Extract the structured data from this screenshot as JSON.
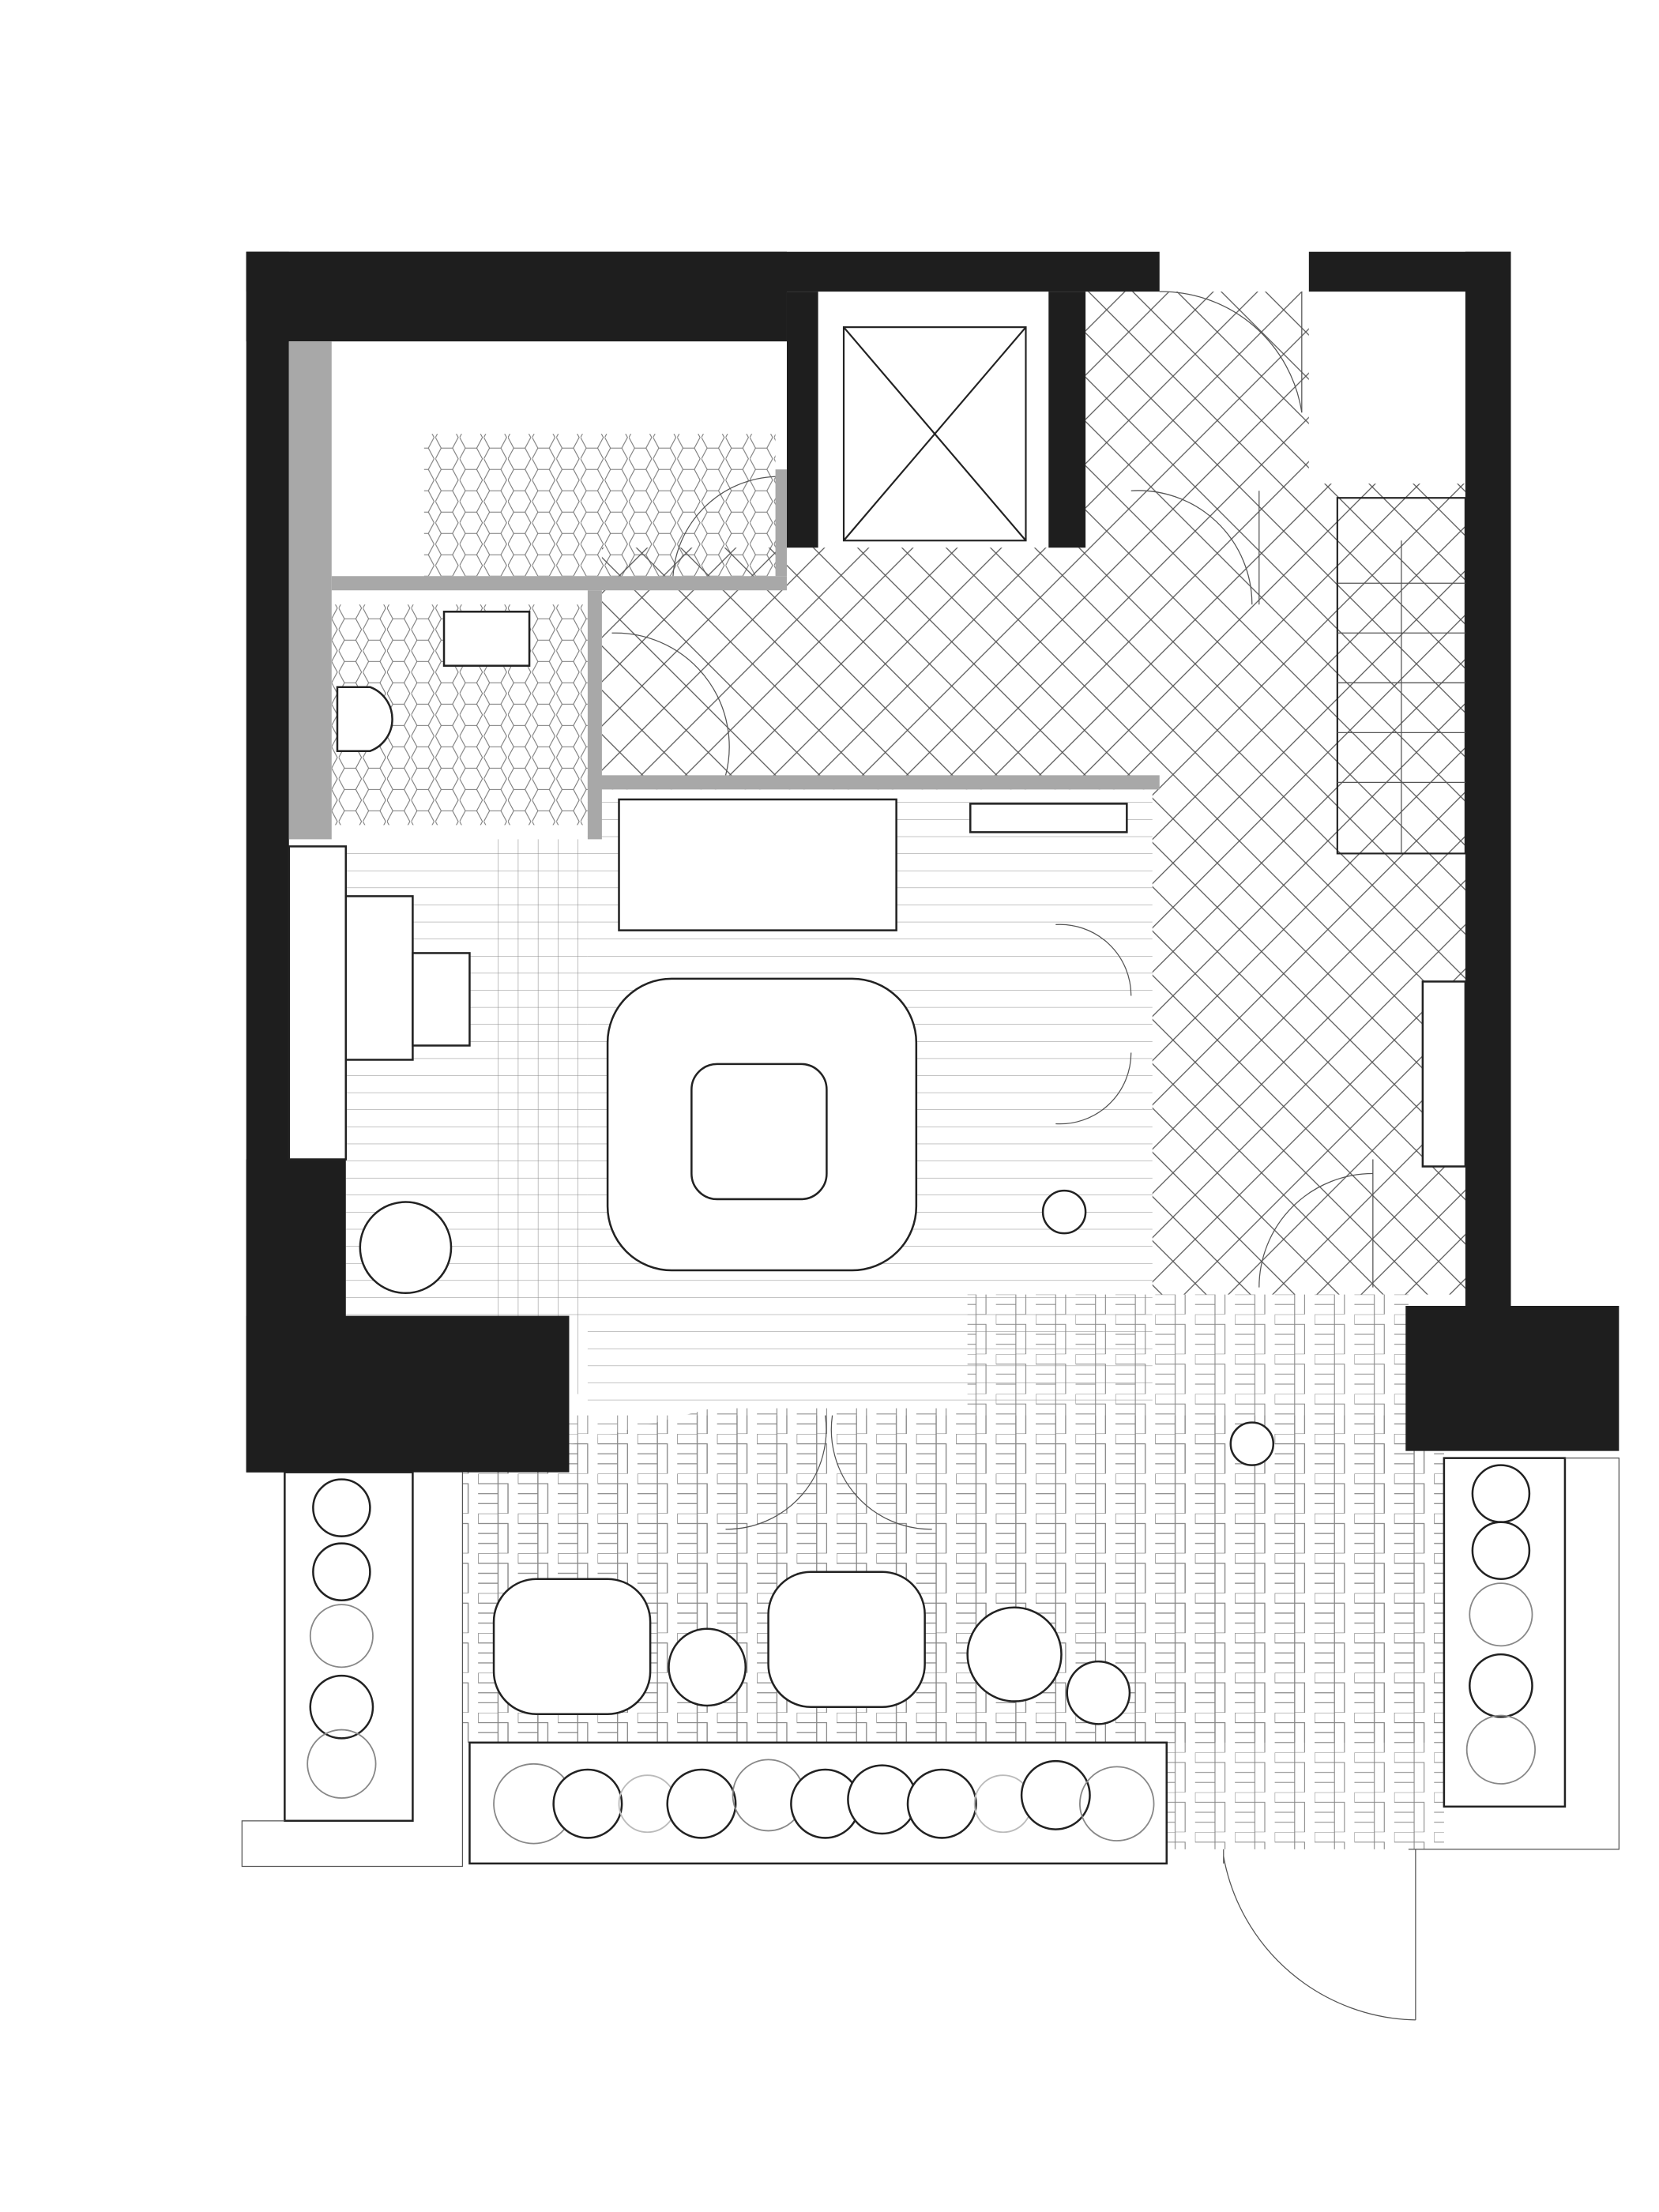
{
  "drawing": {
    "type": "architectural floor plan",
    "colors": {
      "wall": "#1e1e1e",
      "partition": "#a8a8a8",
      "line": "#222222",
      "background": "#ffffff",
      "plant_gray": "#888888"
    },
    "floor_finishes": [
      "hexagon-tile",
      "diagonal-tile",
      "wood-plank",
      "herringbone-paver"
    ],
    "rooms": [
      "bathroom",
      "shower",
      "elevator",
      "entrance-hall",
      "staircase",
      "living-room",
      "study",
      "terrace"
    ]
  }
}
